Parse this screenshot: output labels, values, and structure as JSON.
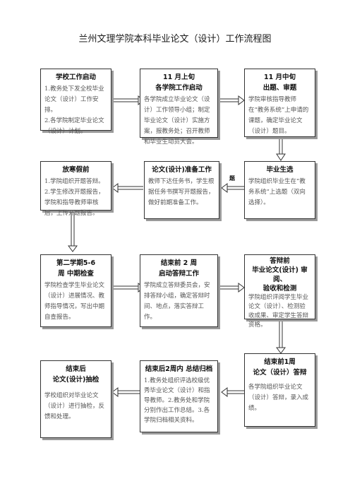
{
  "title": "兰州文理学院本科毕业论文（设计）工作流程图",
  "boxes": {
    "b1": {
      "title": "学校工作启动",
      "body": "1.教务处下发全校毕业论文（设计）工作安排。\n2.各学院制定毕业论文（设计）计划。"
    },
    "b2": {
      "title": "11 月上旬\n各学院工作启动",
      "body": "各学院成立毕业论文（设计）工作领导小组；制定毕业论文（设计）实施方案，报教务处；召开教师和毕业生动员大会。"
    },
    "b3": {
      "title": "11 月中旬\n出题、审题",
      "body": "学院审核指导教师在“教务系统”上申请的课题，确定毕业论文（设计）题目。"
    },
    "b4": {
      "title": "放寒假前",
      "body": "1.学院组织开题答辩。2.学生修改开题报告，学院和指导教师审核后，上传开题报告。"
    },
    "b5": {
      "title": "论文(设计)准备工作",
      "body": "教师下达任务书，学生根据任务书撰写开题报告，做好前期准备工作。"
    },
    "b6": {
      "title": "毕业生选",
      "body": "学院组织毕业生在“教务系统”上选题（双向选择）。"
    },
    "b6_overflow": "题",
    "b7": {
      "title": "第二学期5-6\n周  中期检查",
      "body": "学院检查学生毕业论文（设计）进展情况、教师指导情况，写出中期自查报告。"
    },
    "b8": {
      "title": "结束前 2 周\n启动答辩工作",
      "body": "学院成立答辩委员会，安排答辩小组，确定答辩时间、地点，落实答辩工作。"
    },
    "b9": {
      "title": "答辩前\n毕业论文(设计) 审阅、\n验收和检测",
      "body": "学院组织评阅学生毕业论文（设计）、检测验收成果、审定学生答辩资格。"
    },
    "b10": {
      "title": "结束后\n论文(设计)抽检",
      "body": "学校组织对毕业论文（设计）进行抽检，反馈和处理。"
    },
    "b11": {
      "title": "结束后2周内  总结归档",
      "body": "1.教务处组织评选校级优秀毕业论文（设计）和指导教师。2.教务处和学院分别作出工作总结。3.各学院归档相关资料。"
    },
    "b12": {
      "title": "结束前1周\n论文（设计）答辩",
      "body": "各学院组织毕业论文（设计）答辩，录入成绩。"
    }
  }
}
